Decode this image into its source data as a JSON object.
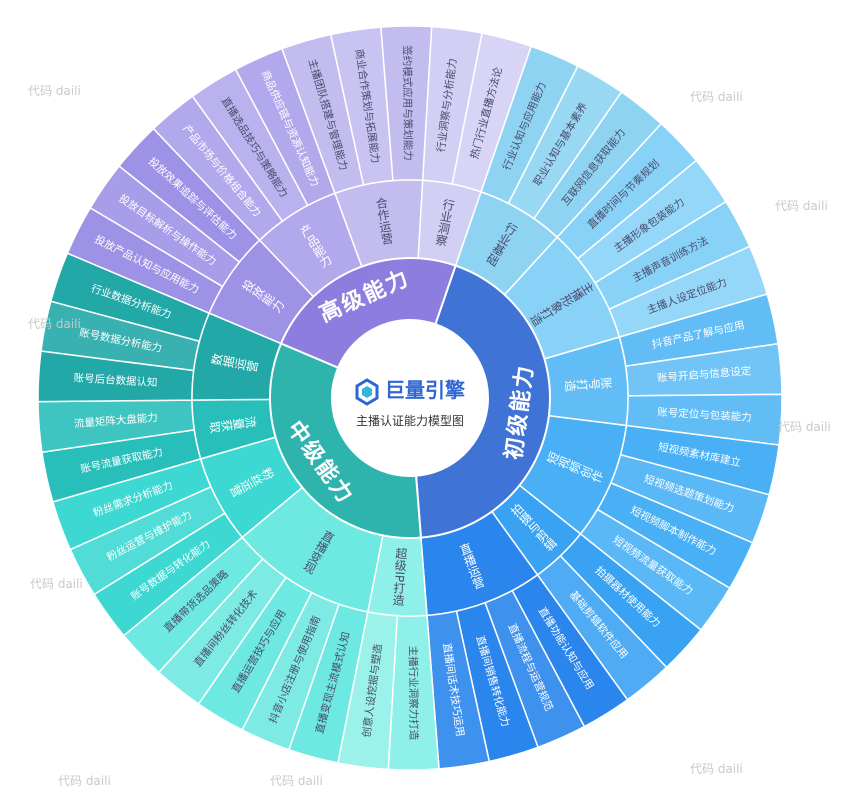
{
  "center": {
    "logo_text": "巨量引擎",
    "subtitle": "主播认证能力模型图"
  },
  "watermark": "代码 daili",
  "levels": [
    {
      "id": "junior",
      "label": "初级能力",
      "color": "#3f73d6",
      "categories": [
        {
          "label": "行业基础",
          "color": "#8ed4f2",
          "items": [
            "行业认知与应用能力",
            "职业认知与基本素养",
            "互联网信息获取能力"
          ]
        },
        {
          "label": "主播形象打造",
          "color": "#89d2f7",
          "items": [
            "直播时间与节奏规划",
            "主播形象包装能力",
            "主播声音训练方法",
            "主播人设定位能力"
          ]
        },
        {
          "label": "账号打造",
          "color": "#62bdf6",
          "items": [
            "抖音产品了解与应用",
            "账号开启与信息设定",
            "账号定位与包装能力"
          ]
        },
        {
          "label": "短视频创作",
          "color": "#49b0f5",
          "items": [
            "短视频素材库建立",
            "短视频选题策划能力",
            "短视频脚本制作能力",
            "短视频流量获取能力"
          ]
        },
        {
          "label": "拍摄与剪辑",
          "color": "#3aa2f3",
          "items": [
            "拍摄器材使用能力",
            "基础剪辑软件应用"
          ]
        },
        {
          "label": "直播运营",
          "color": "#2a85ec",
          "items": [
            "直播功能认知与应用",
            "直播流程与运营规范",
            "直播间销售转化能力",
            "直播间话术技巧运用"
          ]
        }
      ]
    },
    {
      "id": "middle",
      "label": "中级能力",
      "color": "#2fb4ad",
      "categories": [
        {
          "label": "超级IP打造",
          "color": "#8ff0e9",
          "items": [
            "主播行业洞察力打造",
            "创意人设挖掘与塑造"
          ]
        },
        {
          "label": "直播变现",
          "color": "#6ee9e1",
          "items": [
            "直播变现主流模式认知",
            "抖音小店注册与使用指南",
            "直播运营技巧与应用",
            "直播间粉丝转化技术",
            "直播带货选品策略"
          ]
        },
        {
          "label": "粉丝运营",
          "color": "#3ed8d3",
          "items": [
            "账号数据与转化能力",
            "粉丝运营与维护能力",
            "粉丝需求分析能力"
          ]
        },
        {
          "label": "流量获取",
          "color": "#28bfba",
          "items": [
            "账号流量获取能力",
            "流量矩阵大盘能力"
          ]
        },
        {
          "label": "数据运营",
          "color": "#23a8a8",
          "items": [
            "账号后台数据认知",
            "账号数据分析能力",
            "行业数据分析能力"
          ]
        }
      ]
    },
    {
      "id": "senior",
      "label": "高级能力",
      "color": "#8c7ddf",
      "categories": [
        {
          "label": "投放能力",
          "color": "#9d92e6",
          "items": [
            "投放产品认知与应用能力",
            "投放目标解析与操作能力",
            "投放效果追踪与评估能力"
          ]
        },
        {
          "label": "产品能力",
          "color": "#b2a9ec",
          "items": [
            "产品市场与价格组合能力",
            "直播选品技巧与策略能力",
            "商品供应链与资源认知能力"
          ]
        },
        {
          "label": "合作运营",
          "color": "#c2bcef",
          "items": [
            "主播团队搭建与管理能力",
            "商业合作策划与拓展能力",
            "签约模式应用与策划能力"
          ]
        },
        {
          "label": "行业洞察",
          "color": "#d2cff4",
          "items": [
            "行业洞察与分析能力",
            "热门行业直播方法论"
          ]
        }
      ]
    }
  ]
}
